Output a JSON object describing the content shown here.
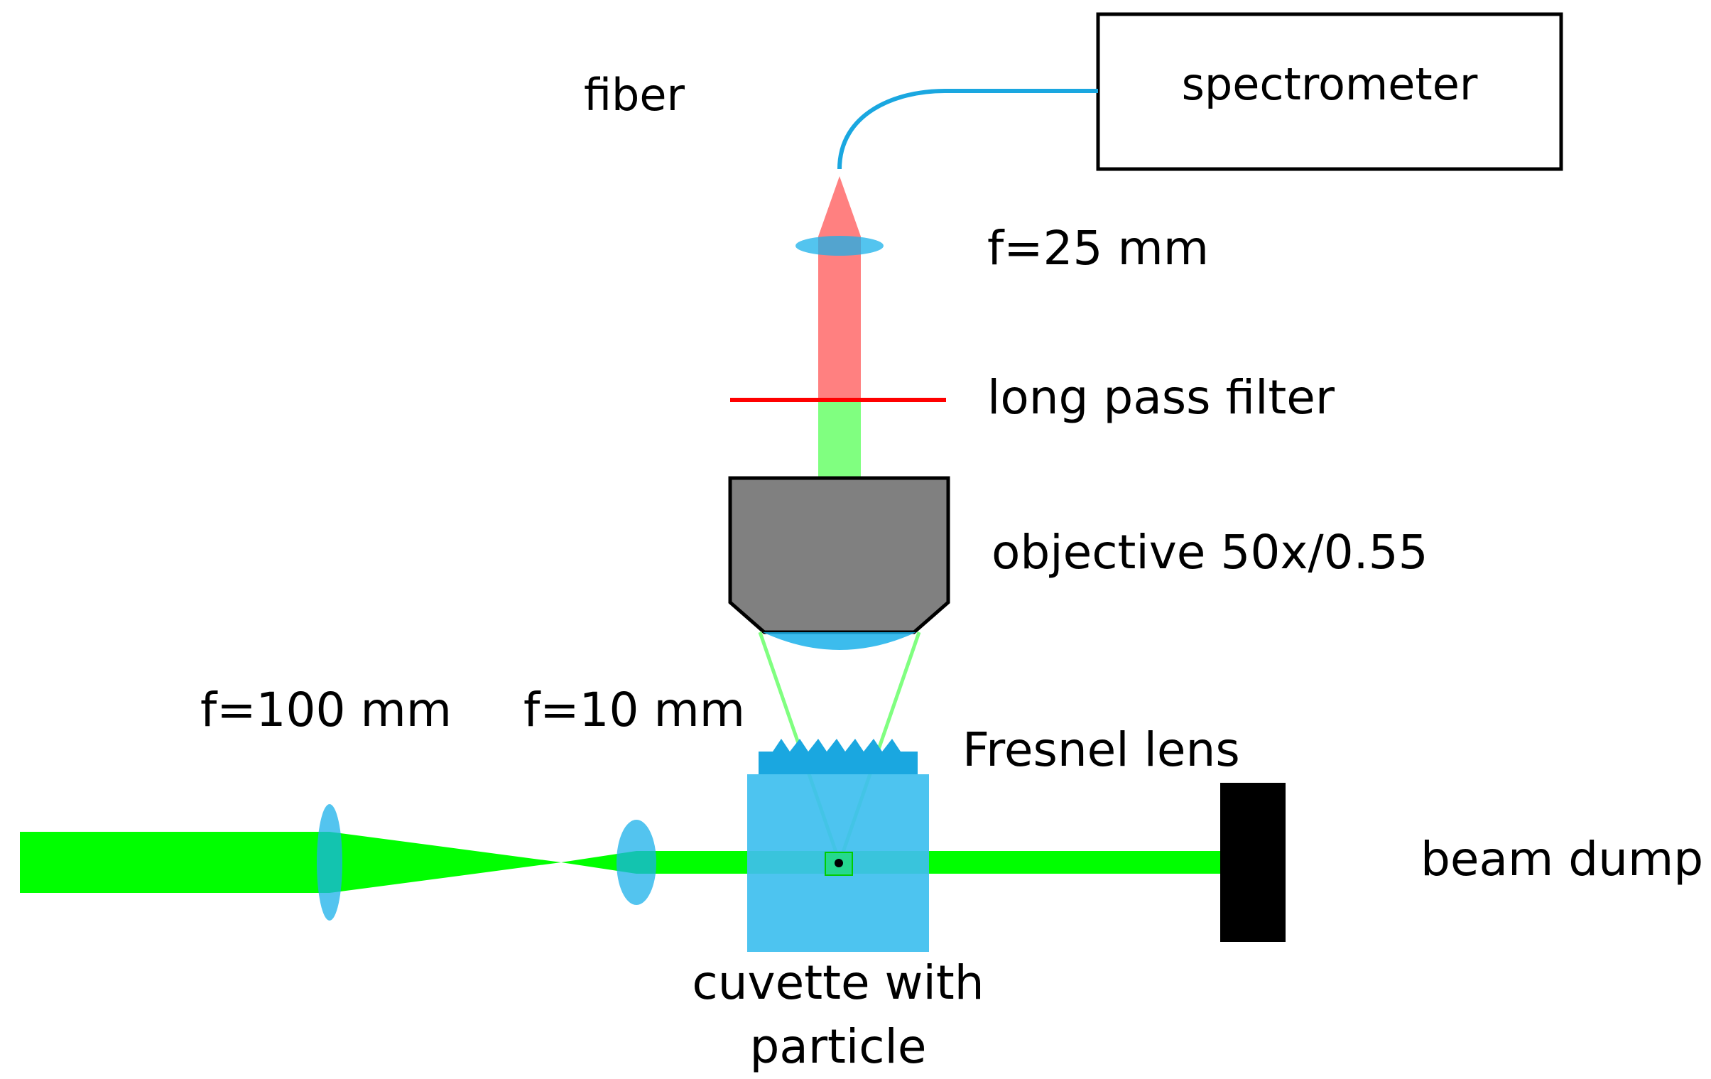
{
  "labels": {
    "fiber": "fiber",
    "spectrometer": "spectrometer",
    "lens_top": "f=25 mm",
    "filter": "long pass filter",
    "objective": "objective 50x/0.55",
    "lens1": "f=100 mm",
    "lens2": "f=10 mm",
    "fresnel": "Fresnel lens",
    "cuvette_line1": "cuvette with",
    "cuvette_line2": "particle",
    "beam_dump": "beam dump"
  },
  "colors": {
    "laser_green": "#00ff00",
    "collected_green": "#80ff80",
    "scattered_red": "#ff8080",
    "filter_red": "#ff0000",
    "lens_blue": "#1ab0ea",
    "cuvette_blue": "#3ebfef",
    "fiber_blue": "#1aa7e0",
    "objective_gray": "#808080",
    "outline": "#000000"
  }
}
